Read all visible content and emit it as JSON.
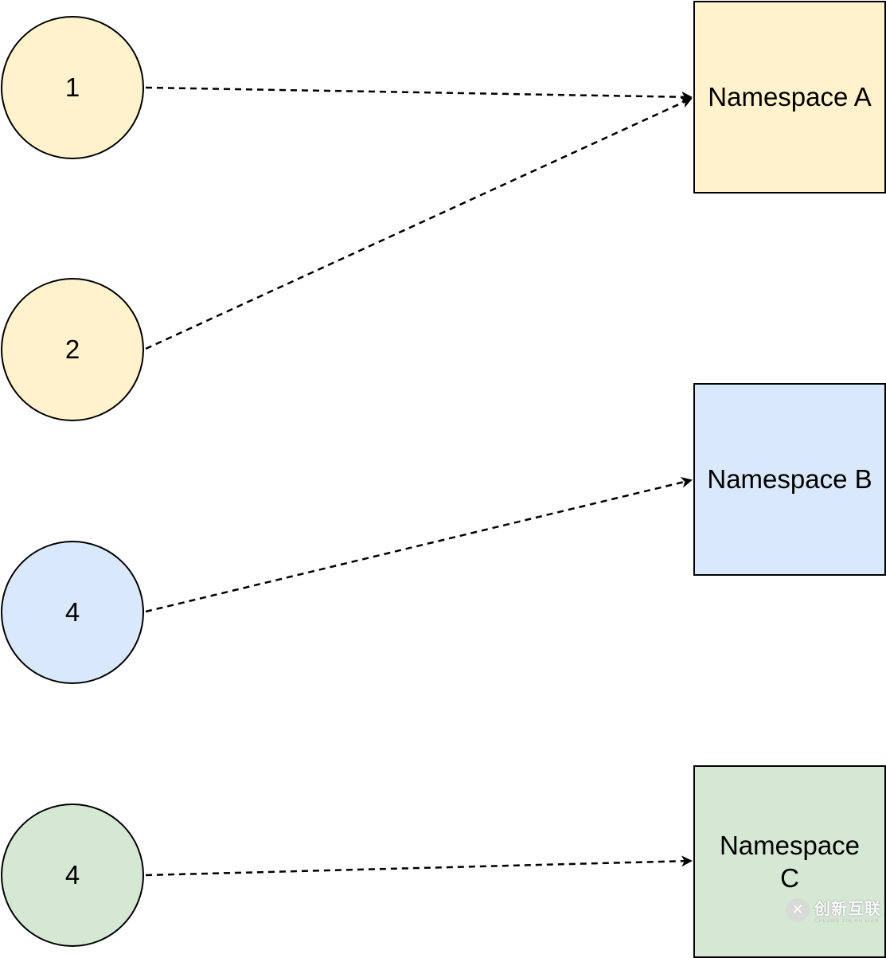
{
  "nodes": {
    "sources": [
      {
        "id": "node-1",
        "label": "1",
        "fill": "#fff2cc"
      },
      {
        "id": "node-2",
        "label": "2",
        "fill": "#fff2cc"
      },
      {
        "id": "node-3",
        "label": "4",
        "fill": "#dae8fc"
      },
      {
        "id": "node-4",
        "label": "4",
        "fill": "#d5e8d4"
      }
    ],
    "namespaces": [
      {
        "id": "ns-a",
        "label": "Namespace A",
        "fill": "#fff2cc"
      },
      {
        "id": "ns-b",
        "label": "Namespace B",
        "fill": "#dae8fc"
      },
      {
        "id": "ns-c",
        "label": "Namespace C",
        "fill": "#d5e8d4"
      }
    ]
  },
  "edges": [
    {
      "from": "node-1",
      "to": "ns-a",
      "style": "dashed"
    },
    {
      "from": "node-2",
      "to": "ns-a",
      "style": "dashed"
    },
    {
      "from": "node-3",
      "to": "ns-b",
      "style": "dashed"
    },
    {
      "from": "node-4",
      "to": "ns-c",
      "style": "dashed"
    }
  ],
  "watermark": {
    "main_text": "创新互联",
    "sub_text": "CHUANG XIN HU LIAN",
    "icon": "watermark-logo-icon"
  },
  "colors": {
    "stroke": "#000000",
    "yellow": "#fff2cc",
    "blue": "#dae8fc",
    "green": "#d5e8d4"
  }
}
